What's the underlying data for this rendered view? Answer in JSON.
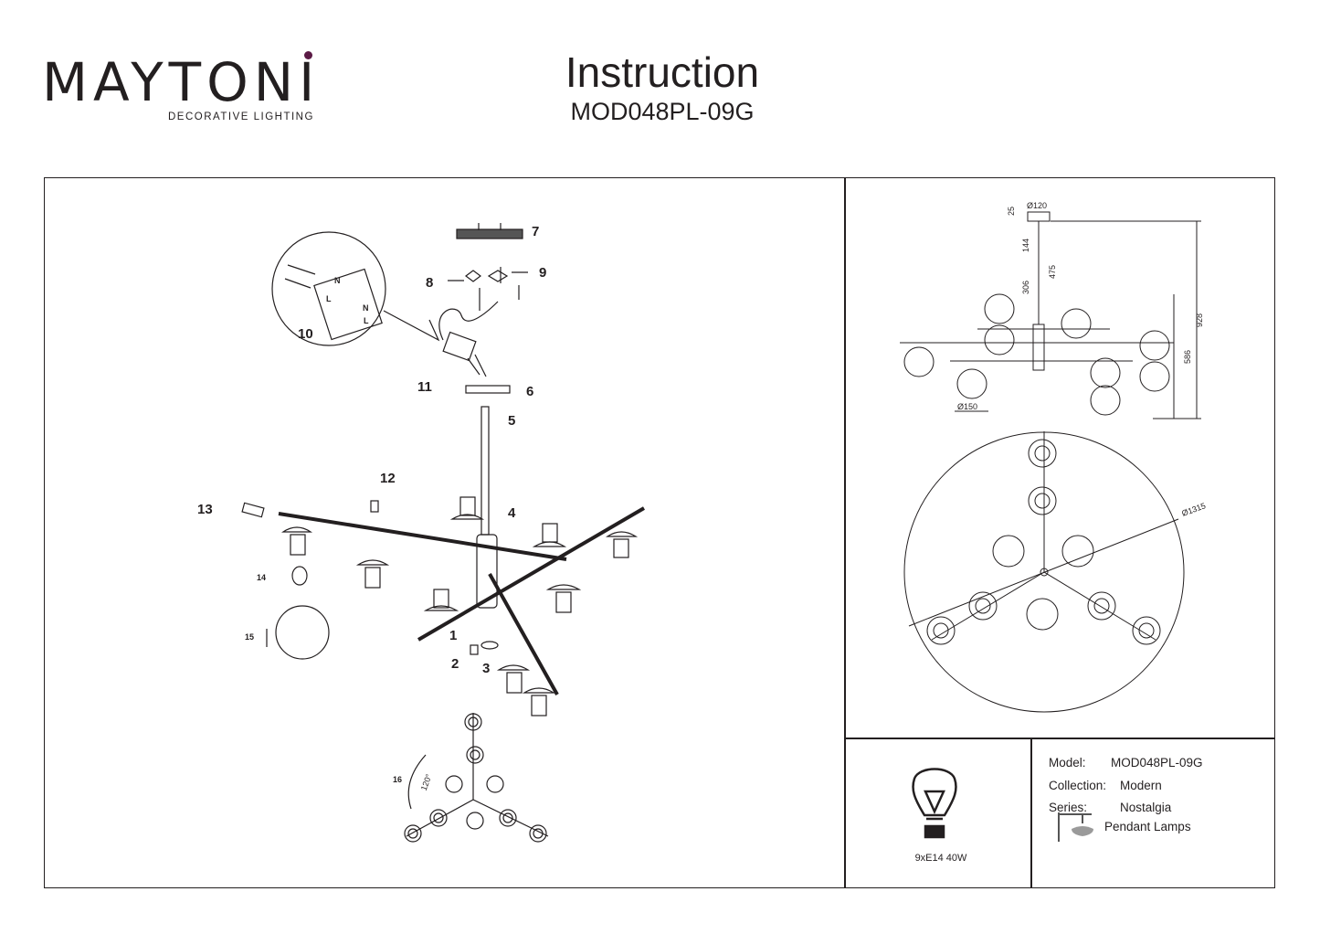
{
  "brand": {
    "name": "MAYTONI",
    "tagline": "DECORATIVE LIGHTING",
    "accent_color": "#5b1a45"
  },
  "header": {
    "title": "Instruction",
    "model": "MOD048PL-09G"
  },
  "assembly": {
    "steps": [
      "1",
      "2",
      "3",
      "4",
      "5",
      "6",
      "7",
      "8",
      "9",
      "10",
      "11",
      "12",
      "13",
      "14",
      "15",
      "16"
    ],
    "terminal_labels": {
      "n": "N",
      "l": "L"
    },
    "rotation_angle": "120°"
  },
  "dimensions": {
    "canopy_diameter": "Ø120",
    "canopy_height": "25",
    "rod_segment": "144",
    "rod_total": "475",
    "drop": "306",
    "total_height": "928",
    "body_height": "586",
    "shade_diameter": "Ø150",
    "span_diameter": "Ø1315"
  },
  "specs": {
    "model_label": "Model:",
    "model_value": "MOD048PL-09G",
    "collection_label": "Collection:",
    "collection_value": "Modern",
    "series_label": "Series:",
    "series_value": "Nostalgia",
    "category_value": "Pendant Lamps",
    "bulb": "9xE14 40W"
  }
}
